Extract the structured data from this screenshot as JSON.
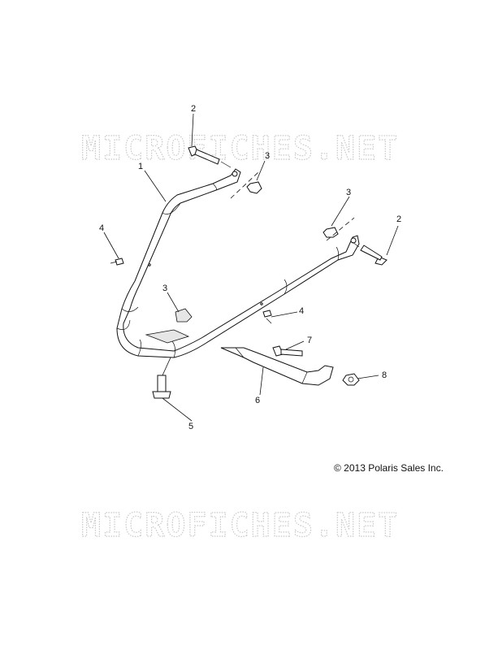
{
  "watermark": {
    "text": "MICROFICHES.NET"
  },
  "copyright": "© 2013 Polaris Sales Inc.",
  "callouts": {
    "c1": "1",
    "c2_top": "2",
    "c2_right": "2",
    "c3_top": "3",
    "c3_right": "3",
    "c3_mid": "3",
    "c4_left": "4",
    "c4_mid": "4",
    "c5": "5",
    "c6": "6",
    "c7": "7",
    "c8": "8"
  }
}
